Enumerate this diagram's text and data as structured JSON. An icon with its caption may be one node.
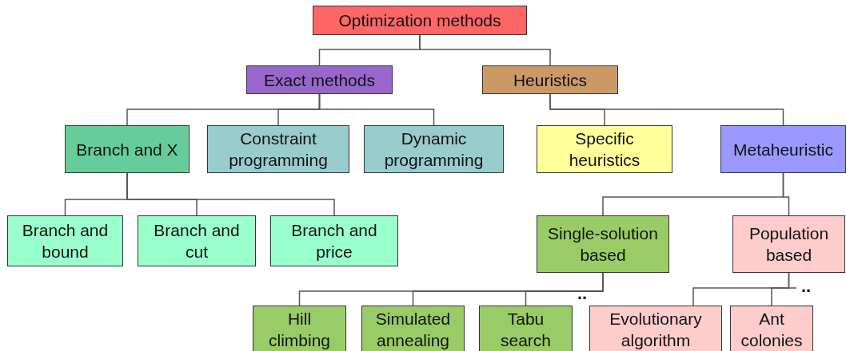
{
  "diagram": {
    "nodes": [
      {
        "text": [
          "Optimization methods"
        ]
      },
      {
        "text": [
          "Exact methods"
        ]
      },
      {
        "text": [
          "Heuristics"
        ]
      },
      {
        "text": [
          "Branch and X"
        ]
      },
      {
        "text": [
          "Constraint programming"
        ]
      },
      {
        "text": [
          "Dynamic programming"
        ]
      },
      {
        "text": [
          "Specific heuristics"
        ]
      },
      {
        "text": [
          "Metaheuristic"
        ]
      },
      {
        "text": [
          "Branch and bound"
        ]
      },
      {
        "text": [
          "Branch and cut"
        ]
      },
      {
        "text": [
          "Branch and price"
        ]
      },
      {
        "text": [
          "Single-solution based"
        ]
      },
      {
        "text": [
          "Population based"
        ]
      },
      {
        "text": [
          "Hill climbing"
        ]
      },
      {
        "text": [
          "Simulated annealing"
        ]
      },
      {
        "text": [
          "Tabu search"
        ]
      },
      {
        "text": [
          "Evolutionary algorithm"
        ]
      },
      {
        "text": [
          "Ant colonies"
        ]
      }
    ],
    "edges": [
      {
        "from": 0,
        "to": 1,
        "arrow": "none"
      },
      {
        "from": 0,
        "to": 2,
        "arrow": "none"
      },
      {
        "from": 1,
        "to": 3,
        "arrow": "none"
      },
      {
        "from": 1,
        "to": 4,
        "arrow": "none"
      },
      {
        "from": 1,
        "to": 5,
        "arrow": "none"
      },
      {
        "from": 2,
        "to": 6,
        "arrow": "none"
      },
      {
        "from": 2,
        "to": 7,
        "arrow": "none"
      },
      {
        "from": 3,
        "to": 8,
        "arrow": "none"
      },
      {
        "from": 3,
        "to": 9,
        "arrow": "none"
      },
      {
        "from": 3,
        "to": 10,
        "arrow": "none"
      },
      {
        "from": 7,
        "to": 11,
        "arrow": "none"
      },
      {
        "from": 7,
        "to": 12,
        "arrow": "none"
      },
      {
        "from": 11,
        "to": 13,
        "arrow": "none"
      },
      {
        "from": 11,
        "to": 14,
        "arrow": "none"
      },
      {
        "from": 11,
        "to": 15,
        "arrow": "none"
      },
      {
        "from": 12,
        "to": 16,
        "arrow": "none"
      },
      {
        "from": 12,
        "to": 17,
        "arrow": "none"
      }
    ],
    "labels": [
      "..",
      ".."
    ]
  }
}
